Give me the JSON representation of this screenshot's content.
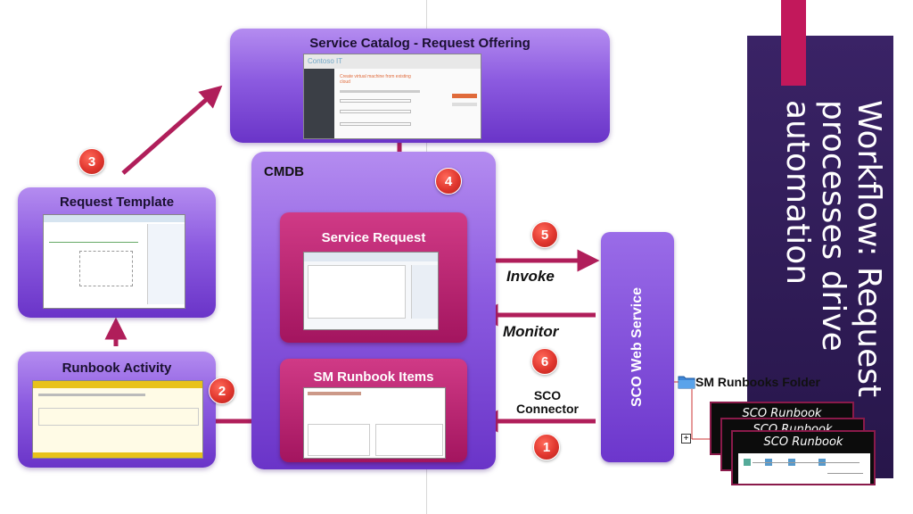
{
  "service_catalog": {
    "title": "Service Catalog - Request Offering",
    "brand": "Contoso IT",
    "heading": "Create virtual machine from existing cloud"
  },
  "cmdb": {
    "label": "CMDB"
  },
  "service_request": {
    "title": "Service Request"
  },
  "sm_runbook_items": {
    "title": "SM Runbook Items"
  },
  "request_template": {
    "title": "Request Template"
  },
  "runbook_activity": {
    "title": "Runbook Activity"
  },
  "sco_web_service": {
    "title": "SCO Web Service"
  },
  "labels": {
    "invoke": "Invoke",
    "monitor": "Monitor",
    "sco_connector": "SCO Connector"
  },
  "badges": [
    "1",
    "2",
    "3",
    "4",
    "5",
    "6"
  ],
  "folder": {
    "label": "SM Runbooks Folder",
    "icon": "folder-icon"
  },
  "runbook_cards": [
    "SCO Runbook",
    "SCO Runbook",
    "SCO Runbook"
  ],
  "slide_title": "Workflow: Request processes drive automation",
  "colors": {
    "purple": "#8c5be0",
    "magenta": "#a3155f",
    "arrow": "#b01e5a",
    "panel": "#2e1a55",
    "badge": "#e0362e"
  }
}
